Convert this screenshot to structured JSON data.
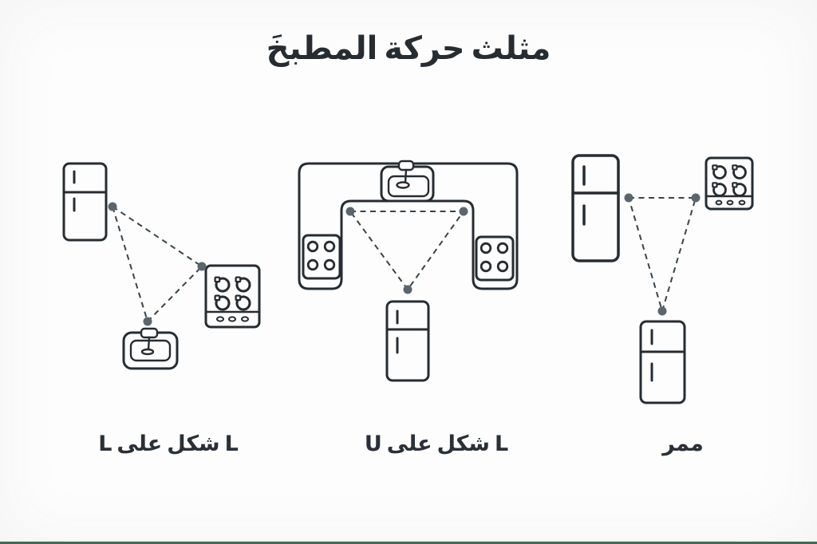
{
  "title": {
    "parts_visual_ltr": [
      "المطبخَ",
      "حركة",
      "مثلث"
    ],
    "meaning": "مثلث حركة المطبخ"
  },
  "colors": {
    "accent_bottom_bar": "#3e6b52",
    "line_art": "#272c30",
    "triangle_dots": "#5d656c",
    "dashed_lines": "#3c4247",
    "text": "#2b3036",
    "background": "#fdfdfd"
  },
  "diagrams": [
    {
      "id": "l-shape",
      "label_parts_visual_ltr": [
        "L",
        "على",
        "شكل",
        "L"
      ],
      "icons": [
        "fridge-icon",
        "stove-icon",
        "sink-icon"
      ]
    },
    {
      "id": "u-shape",
      "label_parts_visual_ltr": [
        "U",
        "على",
        "شكل",
        "L"
      ],
      "icons": [
        "u-counter",
        "sink-icon",
        "stove-icon",
        "stove-icon",
        "fridge-icon"
      ]
    },
    {
      "id": "galley",
      "label_parts_visual_ltr": [
        "ممر"
      ],
      "icons": [
        "fridge-icon",
        "stove-icon",
        "fridge-icon"
      ]
    }
  ]
}
